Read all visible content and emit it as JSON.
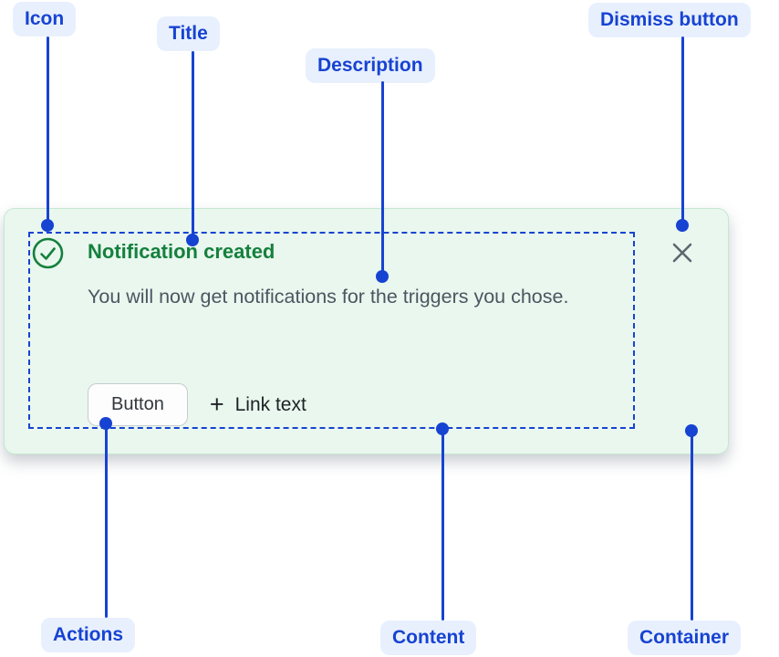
{
  "annotations": {
    "icon": "Icon",
    "title": "Title",
    "description": "Description",
    "dismiss": "Dismiss button",
    "actions": "Actions",
    "content": "Content",
    "container": "Container"
  },
  "flag": {
    "title": "Notification created",
    "description": "You will now get notifications for the triggers you chose.",
    "button_label": "Button",
    "link_label": "Link text",
    "icons": {
      "status": "check-circle-icon",
      "dismiss": "close-icon",
      "link": "plus-icon"
    },
    "colors": {
      "success_text": "#15803d",
      "card_background": "#e9f7ee",
      "card_border": "#c5e8d1",
      "annotation_blue": "#1743d2",
      "annotation_pill_background": "#e8f0fe",
      "description_text": "#4d5561"
    }
  }
}
